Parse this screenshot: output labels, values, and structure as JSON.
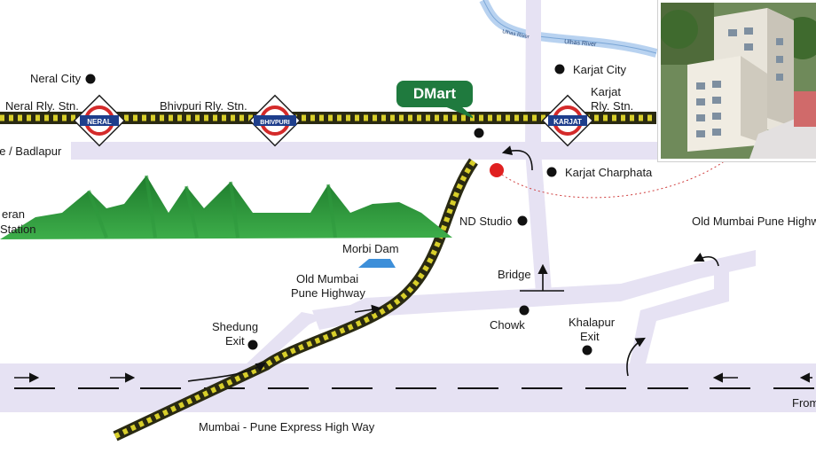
{
  "labels": {
    "neral_city": "Neral City",
    "neral_stn": "Neral Rly. Stn.",
    "bhivpuri_stn": "Bhivpuri Rly. Stn.",
    "karjat_city": "Karjat City",
    "karjat_stn_1": "Karjat",
    "karjat_stn_2": "Rly. Stn.",
    "badlapur": "ne / Badlapur",
    "karjat_charphata": "Karjat Charphata",
    "neran_1": "eran",
    "neran_2": "Station",
    "nd_studio": "ND Studio",
    "morbi_dam": "Morbi Dam",
    "old_mumbai_pune_1": "Old Mumbai",
    "old_mumbai_pune_2": "Pune Highway",
    "old_mumbai_pune_right": "Old Mumbai Pune Highwa",
    "bridge": "Bridge",
    "chowk": "Chowk",
    "shedung_1": "Shedung",
    "shedung_2": "Exit",
    "khalapur_1": "Khalapur",
    "khalapur_2": "Exit",
    "expressway": "Mumbai - Pune Express High Way",
    "from": "From",
    "ulhas_river": "Ulhas River",
    "ulhas_river_small": "Ulhas River"
  },
  "stations": {
    "neral": "NERAL",
    "bhivpuri": "BHIVPURI",
    "karjat": "KARJAT"
  },
  "dmart": {
    "brand": "DMart"
  },
  "colors": {
    "road": "#e6e2f3",
    "rail": "#2a2a12",
    "rail_dash": "#d8cf2a",
    "hills": "#2e9a3e",
    "hills_dark": "#1f7a2e",
    "river": "#b8d2f0",
    "dam": "#3d8fd9",
    "dmart_green": "#1f7a3e",
    "location_marker": "#e02020",
    "station_red": "#d42a2a",
    "station_blue": "#1e3e8c"
  }
}
